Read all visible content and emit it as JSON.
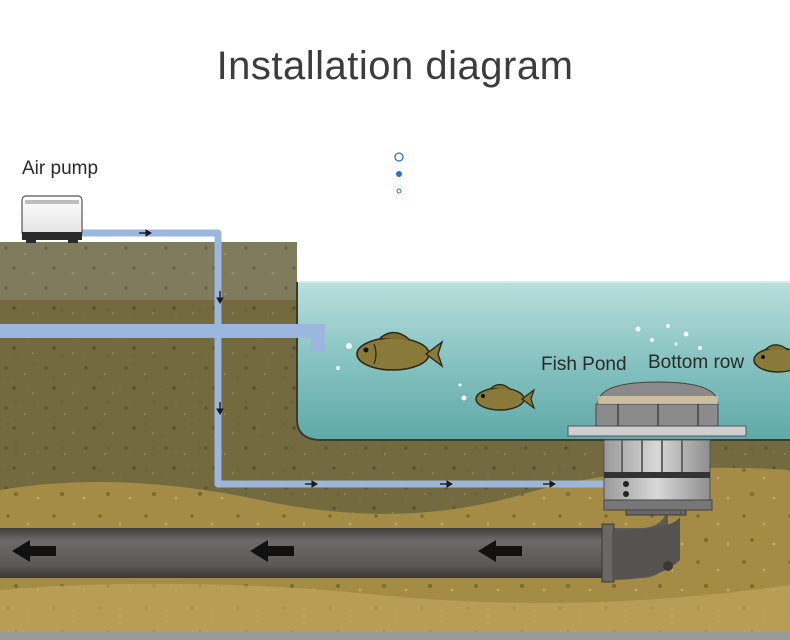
{
  "title": "Installation diagram",
  "labels": {
    "air_pump": "Air pump",
    "fish_pond": "Fish Pond",
    "bottom_row": "Bottom row"
  },
  "colors": {
    "air_pipe": "#9cb7dd",
    "water": "#8fc9c6",
    "soil_dark": "#5f5a3a",
    "soil_light": "#b09a55",
    "drain_pipe": "#5f5d5b",
    "arrow": "#1a1a1a",
    "bubble_dot": "#2a72c9"
  },
  "icons": {
    "air_pump": "air-pump-icon",
    "fish": "fish-icon",
    "drain": "bottom-drain-icon",
    "flow_arrow": "flow-arrow-icon"
  }
}
